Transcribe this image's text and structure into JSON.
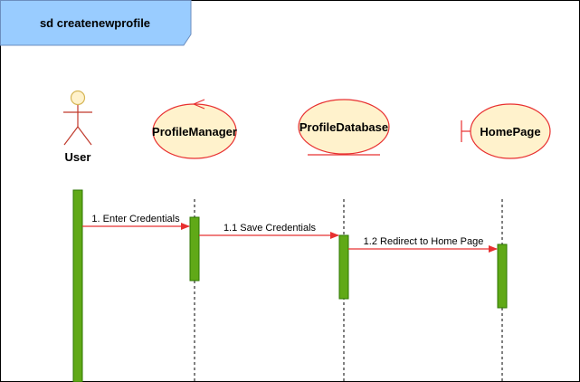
{
  "diagram": {
    "frame_title": "sd createnewprofile",
    "participants": [
      {
        "id": "user",
        "kind": "actor",
        "label": "User"
      },
      {
        "id": "profile-manager",
        "kind": "control",
        "label": "ProfileManager"
      },
      {
        "id": "profile-database",
        "kind": "entity",
        "label": "ProfileDatabase"
      },
      {
        "id": "home-page",
        "kind": "boundary",
        "label": "HomePage"
      }
    ],
    "messages": [
      {
        "from": "user",
        "to": "profile-manager",
        "label": "1. Enter Credentials"
      },
      {
        "from": "profile-manager",
        "to": "profile-database",
        "label": "1.1 Save Credentials"
      },
      {
        "from": "profile-database",
        "to": "home-page",
        "label": "1.2 Redirect to Home Page"
      }
    ],
    "colors": {
      "frame_fill": "#99ccff",
      "frame_stroke": "#6c8ebf",
      "participant_fill": "#fff2cc",
      "participant_stroke": "#d6b656",
      "symbol_stroke": "#e83030",
      "activation_fill": "#60a917",
      "activation_stroke": "#2d7600",
      "message_color": "#e83030",
      "lifeline_color": "#000000"
    }
  }
}
